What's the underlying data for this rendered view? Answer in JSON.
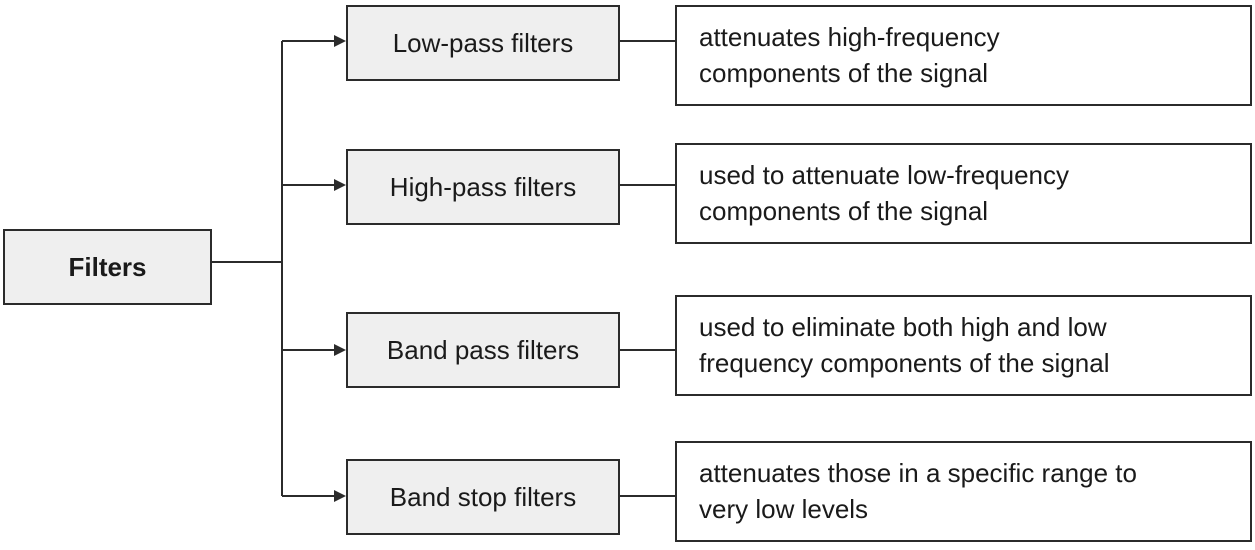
{
  "diagram": {
    "root": {
      "label": "Filters"
    },
    "branches": [
      {
        "label": "Low-pass filters",
        "description_lines": [
          "attenuates high-frequency",
          "components of the signal"
        ]
      },
      {
        "label": "High-pass filters",
        "description_lines": [
          "used to attenuate low-frequency",
          "components of the signal"
        ]
      },
      {
        "label": "Band pass filters",
        "description_lines": [
          "used to eliminate both high and low",
          "frequency components of the signal"
        ]
      },
      {
        "label": "Band stop filters",
        "description_lines": [
          "attenuates those in a specific range to",
          "very low levels"
        ]
      }
    ],
    "colors": {
      "box_fill": "#efefef",
      "line": "#2b2b2b",
      "desc_fill": "#ffffff"
    }
  }
}
